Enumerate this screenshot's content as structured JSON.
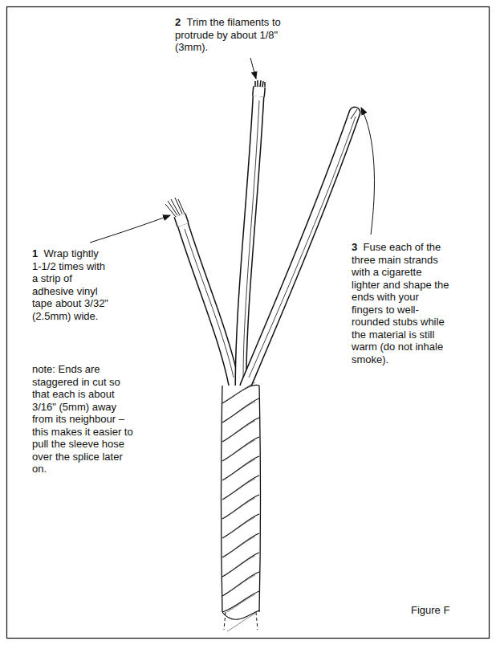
{
  "diagram": {
    "caption": "Figure F",
    "labels": [
      "1",
      "Wrap tightly 1-1/2 times with a strip of adhesive vinyl tape about 3/32\" (2.5mm) wide.",
      "2",
      "Trim the filaments to protrude by about 1/8\"(3mm).",
      "3",
      "Fuse each of the three main strands with a cigarette lighter and shape the ends with your fingers to well-rounded stubs while the material is still warm (do not inhale smoke).",
      "note: Ends are staggered in cut so that each is about 3/16\" (5mm) away from its neighbour – this makes it easier to pull the sleeve hose over the splice later on."
    ]
  }
}
